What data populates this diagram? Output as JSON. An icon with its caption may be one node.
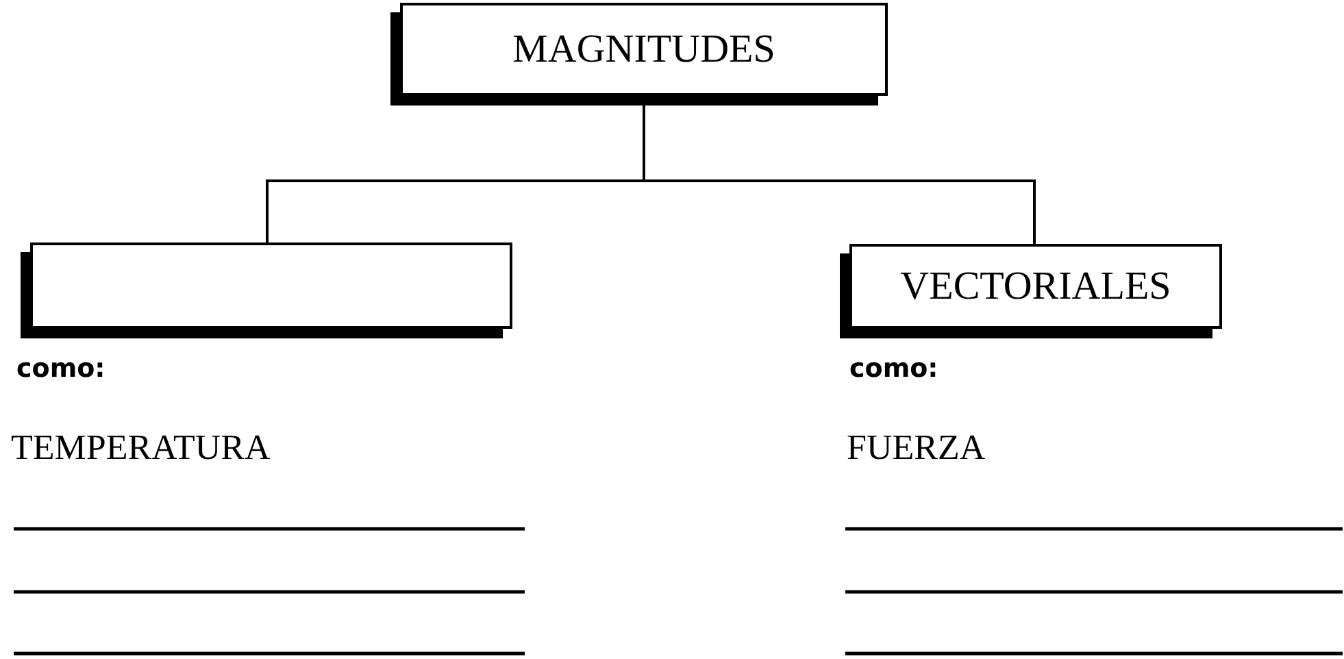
{
  "diagram": {
    "nodes": [
      {
        "text": [
          "MAGNITUDES"
        ]
      },
      {
        "text": [],
        "shape": "box"
      },
      {
        "text": [
          "VECTORIALES"
        ]
      }
    ],
    "edges": [
      {
        "from": 0,
        "to": 1,
        "arrow": "none"
      },
      {
        "from": 0,
        "to": 2,
        "arrow": "none"
      }
    ],
    "labels": [
      "como:",
      "como:",
      "TEMPERATURA",
      "FUERZA"
    ]
  }
}
